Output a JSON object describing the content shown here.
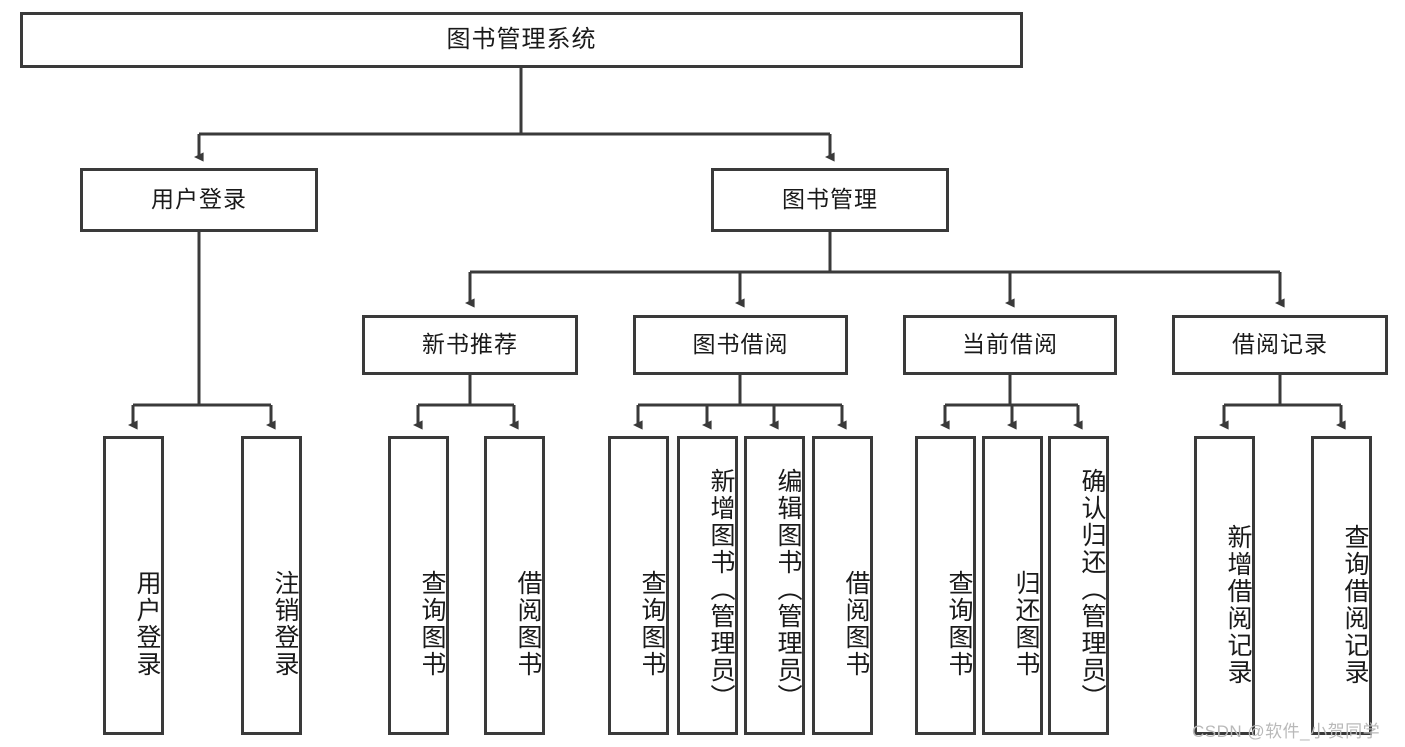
{
  "diagram": {
    "title": "图书管理系统",
    "type": "tree-hierarchy",
    "root": {
      "label": "图书管理系统"
    },
    "level2": [
      {
        "label": "用户登录"
      },
      {
        "label": "图书管理"
      }
    ],
    "level3": [
      {
        "label": "新书推荐"
      },
      {
        "label": "图书借阅"
      },
      {
        "label": "当前借阅"
      },
      {
        "label": "借阅记录"
      }
    ],
    "leaves": {
      "user_login": [
        {
          "label": "用户登录"
        },
        {
          "label": "注销登录"
        }
      ],
      "new_book_recommend": [
        {
          "label": "查询图书"
        },
        {
          "label": "借阅图书"
        }
      ],
      "book_borrow": [
        {
          "label": "查询图书"
        },
        {
          "label": "新增图书（管理员）"
        },
        {
          "label": "编辑图书（管理员）"
        },
        {
          "label": "借阅图书"
        }
      ],
      "current_borrow": [
        {
          "label": "查询图书"
        },
        {
          "label": "归还图书"
        },
        {
          "label": "确认归还（管理员）"
        }
      ],
      "borrow_record": [
        {
          "label": "新增借阅记录"
        },
        {
          "label": "查询借阅记录"
        }
      ]
    }
  },
  "watermark": {
    "text": "CSDN @软件_小贺同学"
  },
  "colors": {
    "stroke": "#3a3a3a",
    "background": "#ffffff",
    "text": "#1a1a1a",
    "watermark": "#b9b9b9"
  }
}
